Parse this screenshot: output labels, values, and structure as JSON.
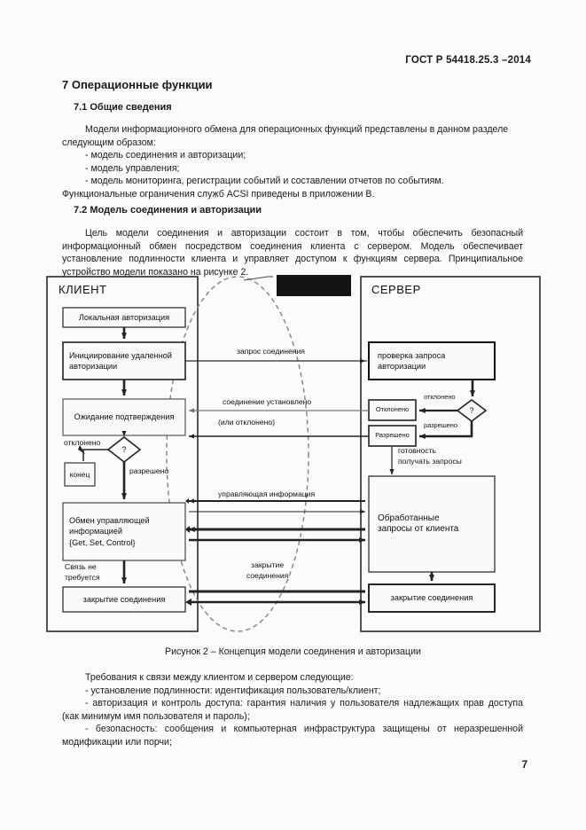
{
  "document": {
    "standard_code": "ГОСТ Р 54418.25.3 –2014",
    "page_number": "7"
  },
  "sections": {
    "h1": "7 Операционные функции",
    "h2_general": "7.1 Общие сведения",
    "h2_model": "7.2 Модель соединения и авторизации"
  },
  "paragraphs": {
    "intro_line1": "Модели информационного обмена для операционных функций представлены в данном разделе",
    "intro_line2": "следующим образом:",
    "intro_bullets": [
      "- модель соединения и авторизации;",
      "- модель управления;",
      "- модель мониторинга, регистрации событий и составлении отчетов по событиям."
    ],
    "intro_tail": "Функциональные ограничения служб ACSI приведены в приложении В.",
    "model_body": "Цель модели соединения и авторизации состоит в том, чтобы обеспечить безопасный информационный обмен посредством соединения клиента с сервером. Модель обеспечивает установление подлинности клиента и управляет доступом к функциям сервера. Принципиальное устройство модели показано на рисунке 2.",
    "requirements_lead": "Требования к связи между клиентом и сервером следующие:",
    "requirements": [
      "- установление подлинности: идентификация пользователь/клиент;",
      "- авторизация и контроль доступа: гарантия наличия у пользователя надлежащих прав доступа (как минимум имя пользователя и пароль);",
      "- безопасность: сообщения и компьютерная инфраструктура защищены от неразрешенной модификации или порчи;"
    ]
  },
  "figure": {
    "caption": "Рисунок 2 – Концепция модели соединения и авторизации",
    "client_panel_title": "КЛИЕНТ",
    "server_panel_title": "СЕРВЕР",
    "client_nodes": {
      "local_auth": "Локальная авторизация",
      "init_remote_auth": "Инициирование удаленной\nавторизации",
      "wait_confirm": "Ожидание подтверждения",
      "decision": "?",
      "end": "конец",
      "exchange": "Обмен управляющей\nинформацией\n{Get, Set, Control}",
      "close_connection": "закрытие соединения"
    },
    "client_edge_labels": {
      "rejected": "отклонено",
      "allowed": "разрешено",
      "no_link_needed": "Связь не\nтребуется"
    },
    "server_nodes": {
      "check_request": "проверка запроса\nавторизации",
      "decision": "?",
      "rejected_box": "Отклонено",
      "allowed_box": "Разрешено",
      "processed": "Обработанные\nзапросы от клиента",
      "close_connection": "закрытие соединения"
    },
    "server_edge_labels": {
      "rejected": "отклонено",
      "allowed": "разрешено",
      "ready": "готовность\nполучать запросы"
    },
    "middle_labels": {
      "connection_request": "запрос соединения",
      "connection_established": "соединение установлено",
      "or_rejected": "(или отклонено)",
      "control_information": "управляющая информация",
      "closing": "закрытие\nсоединения"
    },
    "redaction_present": true
  },
  "colors": {
    "page_background": "#fbfbfb",
    "text": "#1a1a1a",
    "line": "#222222",
    "gray_line": "#777777",
    "redaction": "#141414"
  }
}
